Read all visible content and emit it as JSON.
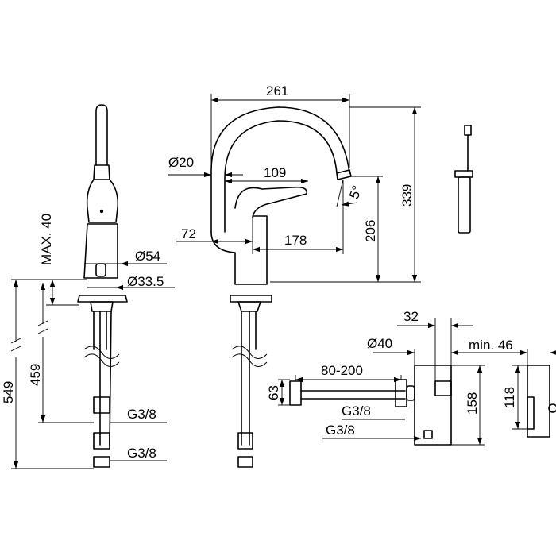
{
  "drawing": {
    "dimensions": {
      "width_261": "261",
      "dia_20": "Ø20",
      "len_109": "109",
      "angle_5": "5°",
      "height_339": "339",
      "height_206": "206",
      "len_72": "72",
      "len_178": "178",
      "max_40": "MAX. 40",
      "dia_54": "Ø54",
      "dia_33_5": "Ø33.5",
      "len_459": "459",
      "len_549": "549",
      "thread_1": "G3/8",
      "thread_2": "G3/8",
      "len_32": "32",
      "dia_40": "Ø40",
      "min_46": "min. 46",
      "range_80_200": "80-200",
      "height_63": "63",
      "thread_3": "G3/8",
      "thread_4": "G3/8",
      "height_158": "158",
      "height_118": "118"
    }
  }
}
